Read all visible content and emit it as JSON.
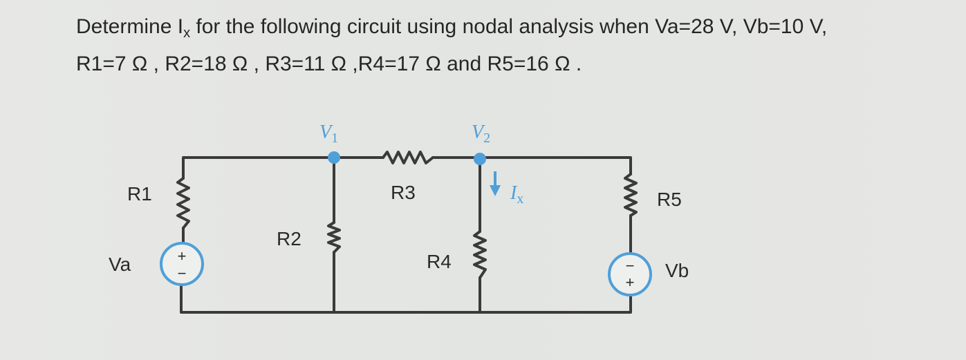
{
  "question": {
    "line1_a": "Determine I",
    "line1_sub": "x",
    "line1_b": " for the following circuit using nodal analysis when Va=28 V, Vb=10 V,",
    "line2": "R1=7 Ω , R2=18 Ω , R3=11 Ω ,R4=17 Ω  and R5=16 Ω ."
  },
  "circuit": {
    "nodes": [
      {
        "id": "node-v1",
        "label": "V",
        "sub": "1"
      },
      {
        "id": "node-v2",
        "label": "V",
        "sub": "2"
      }
    ],
    "components": {
      "r1": "R1",
      "r2": "R2",
      "r3": "R3",
      "r4": "R4",
      "r5": "R5",
      "va": "Va",
      "vb": "Vb"
    },
    "current": {
      "label": "I",
      "sub": "x",
      "direction": "down"
    },
    "source_signs": {
      "plus": "+",
      "minus": "−"
    },
    "colors": {
      "wire": "#3a3a3a",
      "accent": "#4f9fd8"
    }
  }
}
